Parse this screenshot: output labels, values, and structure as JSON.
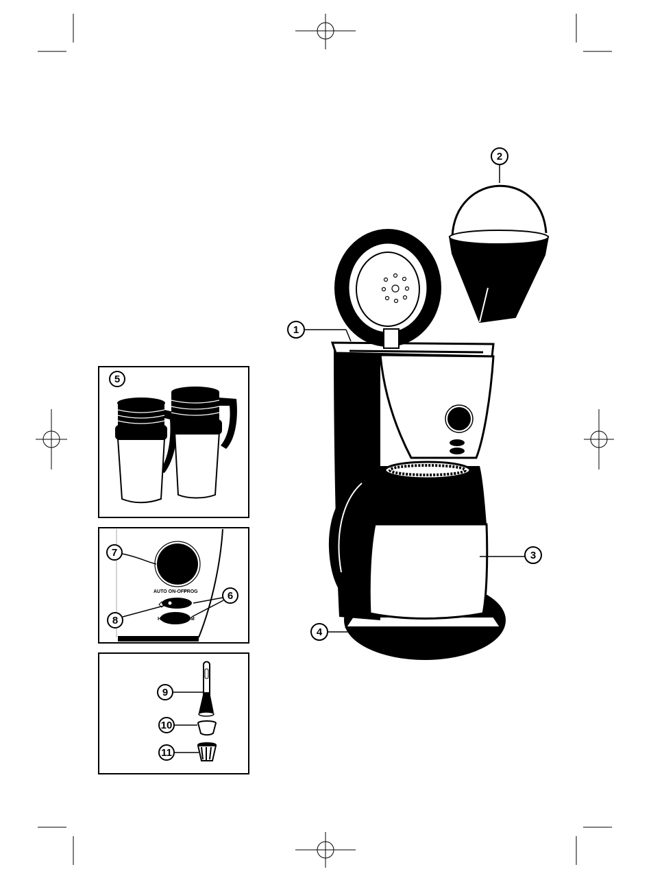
{
  "callouts": {
    "c1": "1",
    "c2": "2",
    "c3": "3",
    "c4": "4",
    "c5": "5",
    "c6": "6",
    "c7": "7",
    "c8": "8",
    "c9": "9",
    "c10": "10",
    "c11": "11"
  },
  "panel_controls": {
    "auto_on_off_label": "AUTO ON-OFF",
    "prog_label": "PROG",
    "h_label": "H",
    "m_label": "M"
  },
  "colors": {
    "ink": "#000000",
    "paper": "#ffffff"
  }
}
